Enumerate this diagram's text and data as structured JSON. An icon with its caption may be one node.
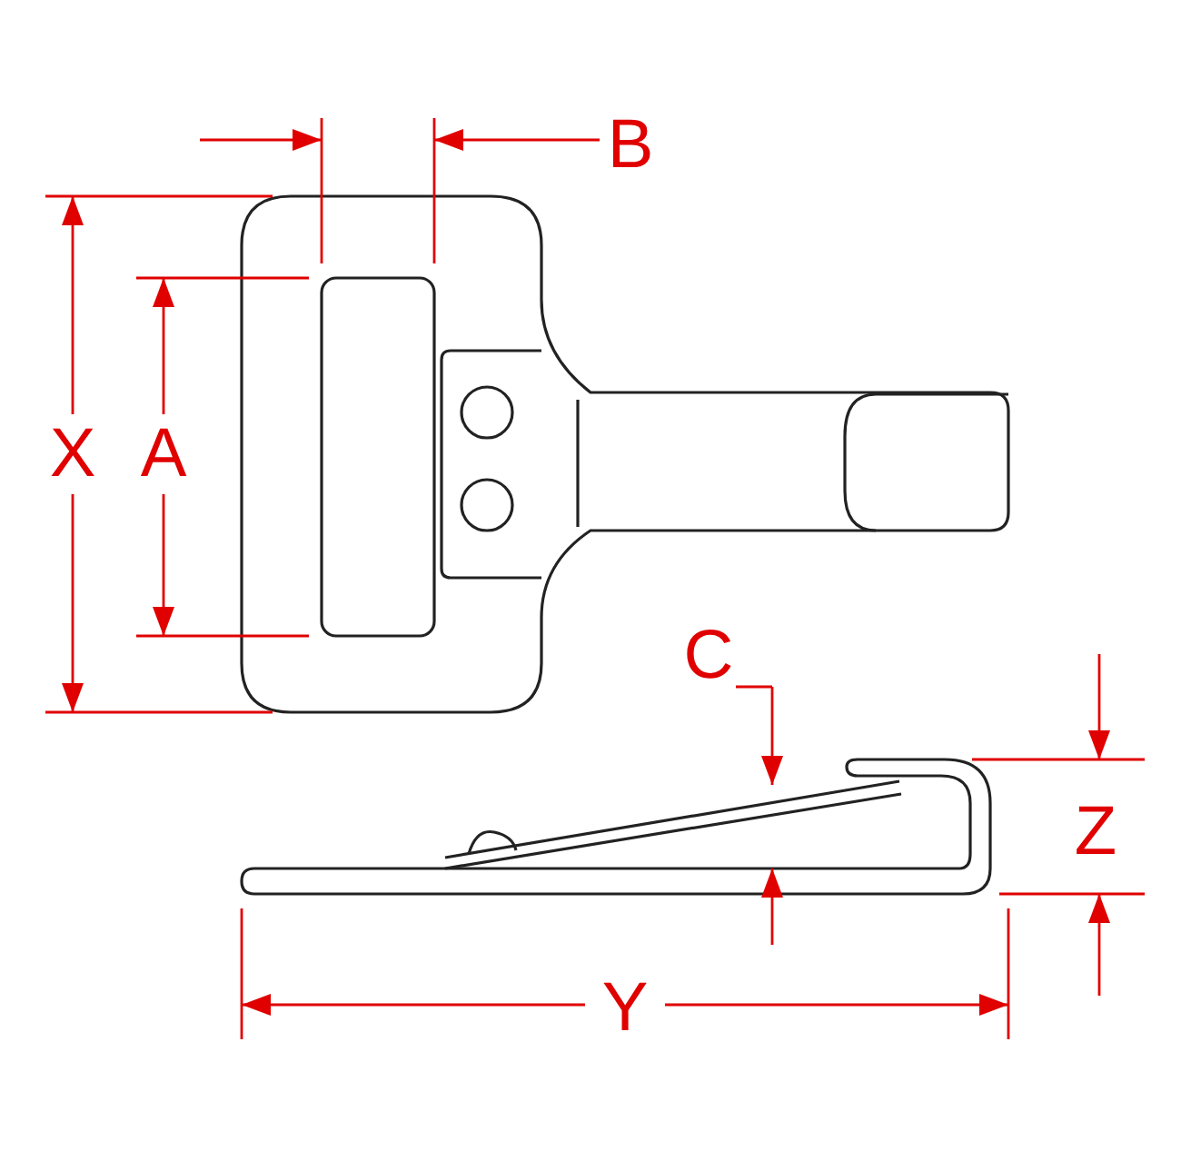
{
  "diagram": {
    "labels": [
      "B",
      "X",
      "A",
      "C",
      "Z",
      "Y"
    ]
  }
}
